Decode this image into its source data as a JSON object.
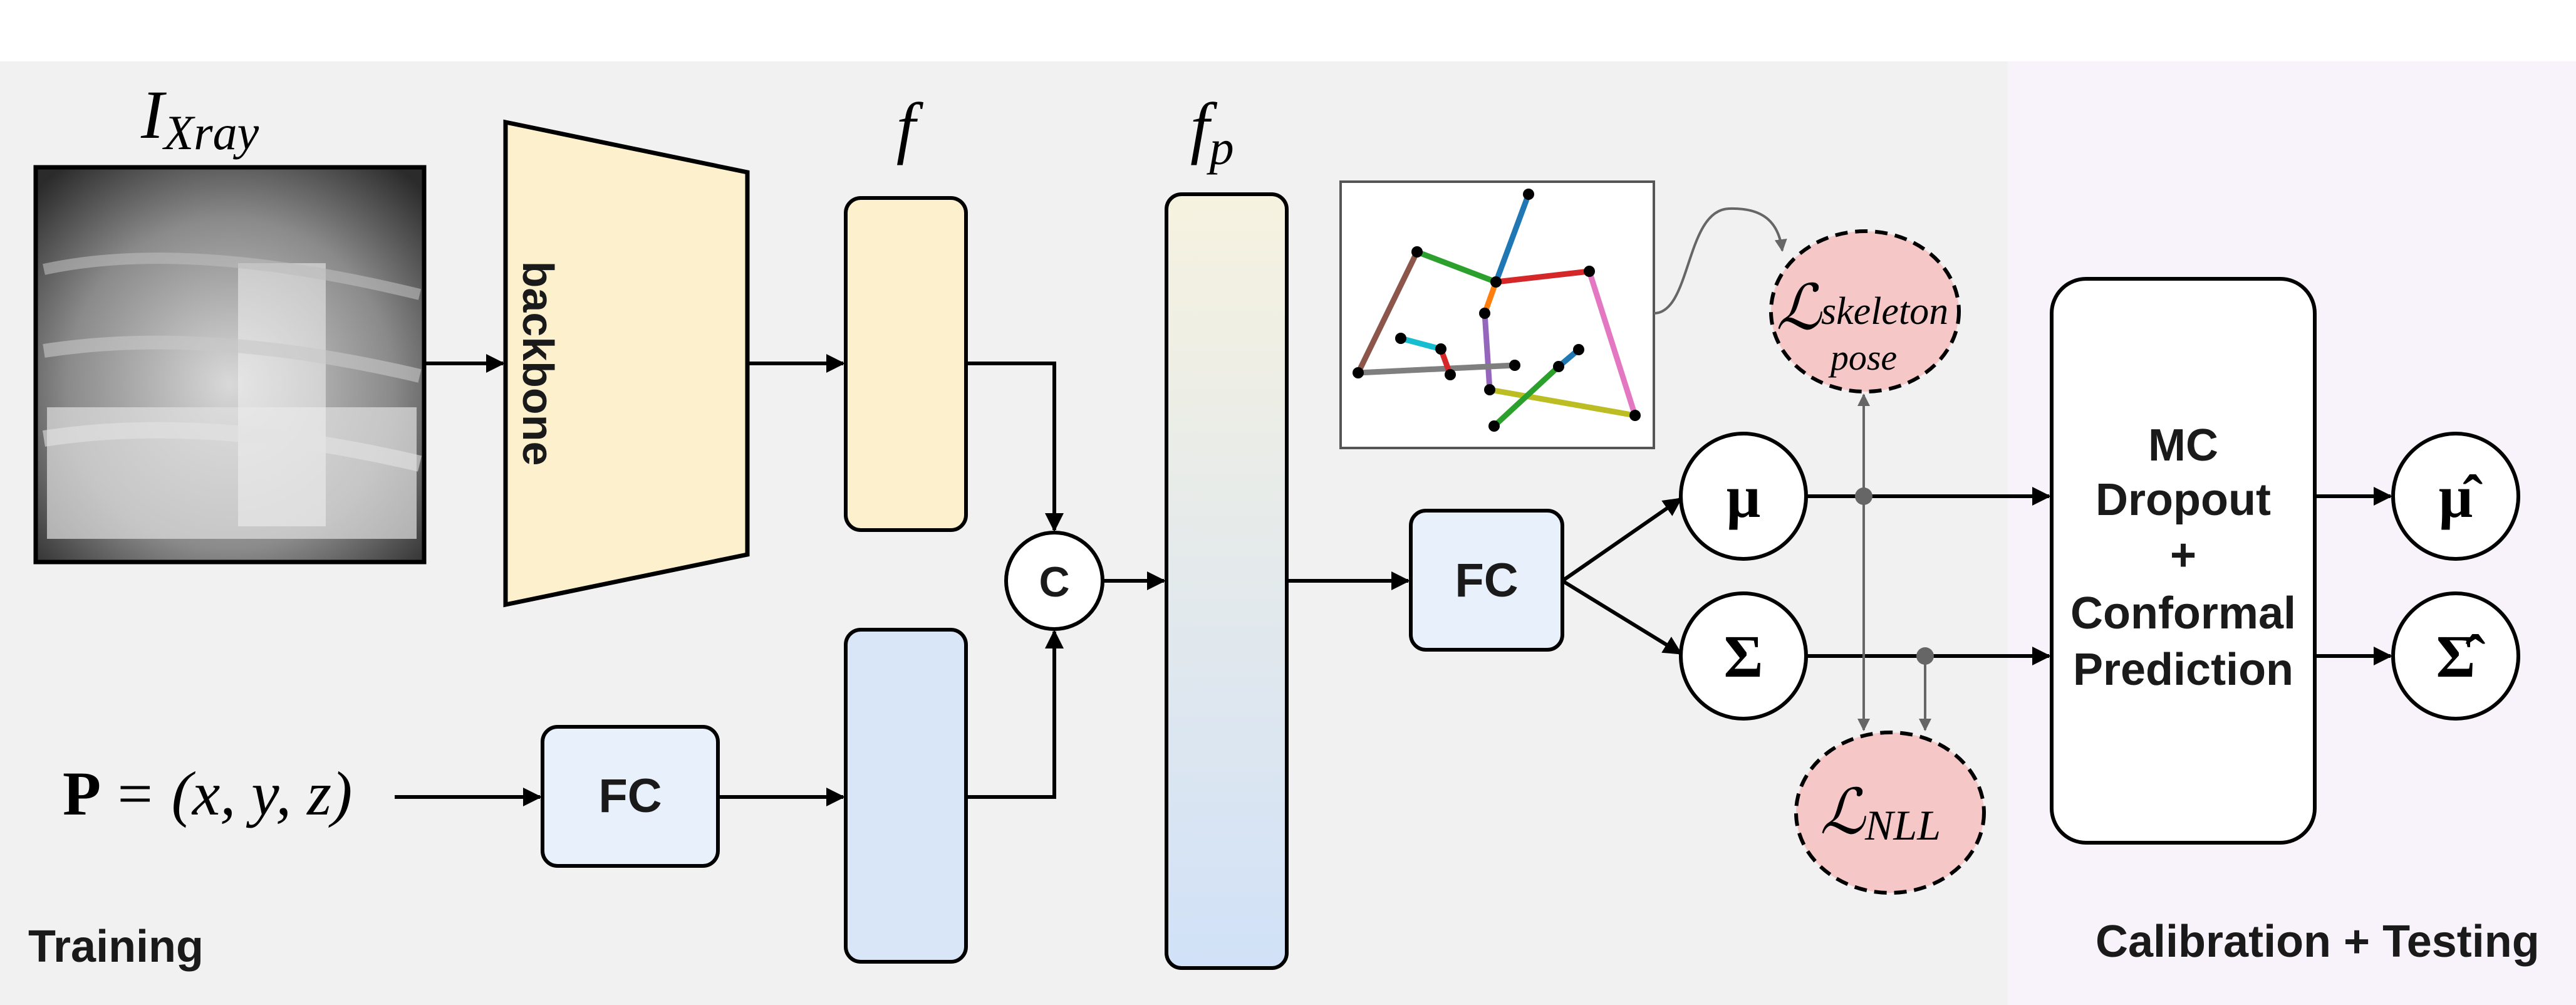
{
  "sections": {
    "training_label": "Training",
    "calibration_label": "Calibration + Testing"
  },
  "colors": {
    "training_bg": "#f1f1f1",
    "calibration_bg": "#f8f2fa",
    "backbone_fill": "#fdf0cc",
    "feature_f_fill": "#fdf0cc",
    "pose_feature_fill": "#d9e6f7",
    "fc_fill": "#e8f0fb",
    "loss_fill": "#f5c7c7",
    "calibration_text": "#5a3a55",
    "skeleton_colors": [
      "#1f77b4",
      "#2ca02c",
      "#d62728",
      "#8c564b",
      "#9467bd",
      "#e377c2",
      "#7f7f7f",
      "#bcbd22",
      "#17becf",
      "#ff7f0e"
    ]
  },
  "nodes": {
    "input_image_label": "I",
    "input_image_sub": "Xray",
    "backbone": "backbone",
    "feature_f": "f",
    "feature_fp": "f",
    "feature_fp_sub": "p",
    "concat": "C",
    "fc_pose": "FC",
    "fc_head": "FC",
    "pose_input_P": "P",
    "pose_input_rhs": "= (x, y, z)",
    "mu": "μ",
    "sigma": "Σ",
    "mu_hat": "μ̂",
    "sigma_hat": "Σ̂",
    "loss_skeleton_main": "ℒ",
    "loss_skeleton_sub1": "skeleton",
    "loss_skeleton_sub2": "pose",
    "loss_nll_main": "ℒ",
    "loss_nll_sub": "NLL",
    "mc_line1": "MC",
    "mc_line2": "Dropout",
    "mc_line3": "+",
    "mc_line4": "Conformal",
    "mc_line5": "Prediction"
  },
  "icons": {
    "xray": "xray-thumbnail-icon",
    "skeleton": "skeleton-pose-icon"
  }
}
